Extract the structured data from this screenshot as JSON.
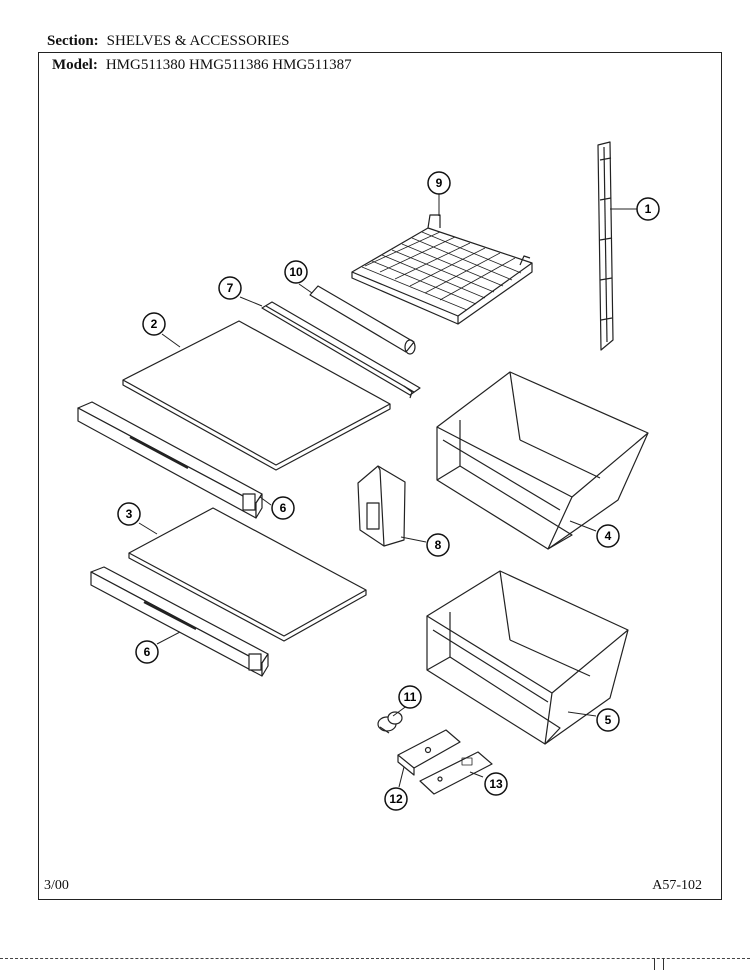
{
  "header": {
    "section_label": "Section:",
    "section_value": "SHELVES & ACCESSORIES",
    "model_label": "Model:",
    "model_value": "HMG511380  HMG511386  HMG511387"
  },
  "footer": {
    "date": "3/00",
    "code": "A57-102"
  },
  "callouts": {
    "c1": "1",
    "c2": "2",
    "c3": "3",
    "c4": "4",
    "c5": "5",
    "c6a": "6",
    "c6b": "6",
    "c7": "7",
    "c8": "8",
    "c9": "9",
    "c10": "10",
    "c11": "11",
    "c12": "12",
    "c13": "13"
  }
}
